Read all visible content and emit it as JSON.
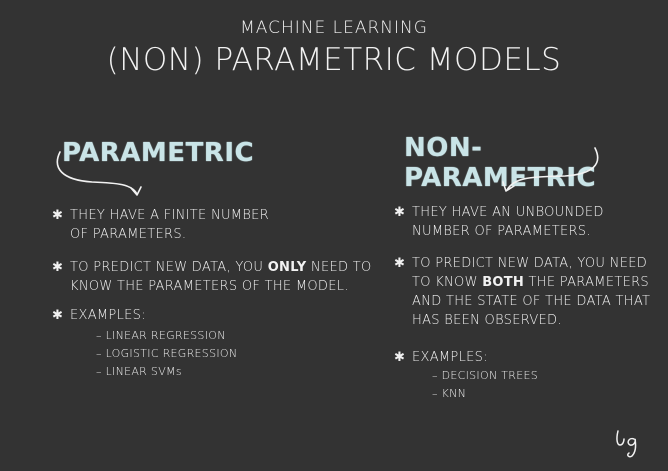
{
  "header": {
    "subtitle": "MACHINE LEARNING",
    "title": "(NON) PARAMETRIC MODELS"
  },
  "parametric": {
    "heading": "PARAMETRIC",
    "bullet1": "THEY HAVE A FINITE NUMBER OF PARAMETERS.",
    "bullet1_line1": "THEY HAVE A FINITE NUMBER",
    "bullet1_line2": "OF PARAMETERS.",
    "bullet2_pre": "TO PREDICT NEW DATA, YOU ",
    "bullet2_bold": "ONLY",
    "bullet2_post": " NEED TO",
    "bullet2_line2": "KNOW THE PARAMETERS OF THE MODEL.",
    "examples_label": "EXAMPLES:",
    "examples": [
      "LINEAR REGRESSION",
      "LOGISTIC REGRESSION",
      "LINEAR SVMs"
    ]
  },
  "nonparametric": {
    "heading": "NON-PARAMETRIC",
    "bullet1_line1": "THEY HAVE AN UNBOUNDED",
    "bullet1_line2": "NUMBER OF PARAMETERS.",
    "bullet2_line1": "TO PREDICT NEW DATA, YOU NEED",
    "bullet2_pre": "TO KNOW ",
    "bullet2_bold": "BOTH",
    "bullet2_post": " THE PARAMETERS",
    "bullet2_line3": "AND THE STATE OF THE DATA THAT",
    "bullet2_line4": "HAS BEEN OBSERVED.",
    "examples_label": "EXAMPLES:",
    "examples": [
      "DECISION TREES",
      "KNN"
    ]
  },
  "signature": "lg"
}
